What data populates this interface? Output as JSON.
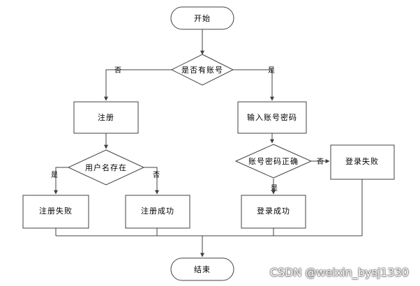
{
  "colors": {
    "stroke": "#404040",
    "fill": "#ffffff",
    "text": "#000000",
    "watermark_outline": "#555555"
  },
  "nodes": {
    "start": "开始",
    "has_account": "是否有账号",
    "register": "注册",
    "enter_credentials": "输入账号密码",
    "username_exists": "用户名存在",
    "credentials_correct": "账号密码正确",
    "login_failed": "登录失败",
    "register_failed": "注册失败",
    "register_success": "注册成功",
    "login_success": "登录成功",
    "end": "结束"
  },
  "edges": {
    "has_account_no": "否",
    "has_account_yes": "是",
    "username_exists_yes": "是",
    "username_exists_no": "否",
    "credentials_correct_no": "否",
    "credentials_correct_yes": "是"
  },
  "watermark": "CSDN @weixin_bysj1330"
}
